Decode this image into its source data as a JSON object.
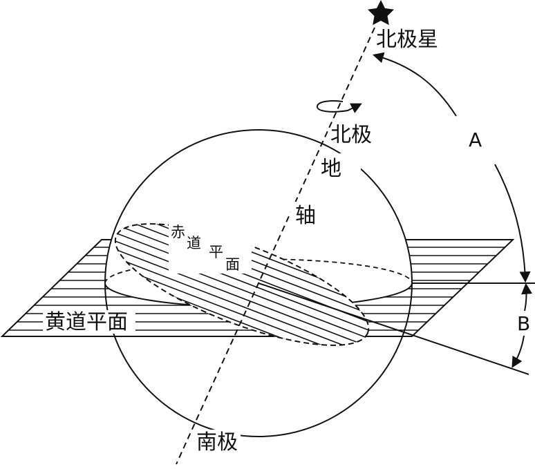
{
  "labels": {
    "polaris": "北极星",
    "north_pole": "北极",
    "axis_char_1": "地",
    "axis_char_2": "轴",
    "equator_plane_1": "赤",
    "equator_plane_2": "道",
    "equator_plane_3": "平",
    "equator_plane_4": "面",
    "ecliptic_plane": "黄道平面",
    "angle_a": "A",
    "angle_b": "B",
    "south_pole": "南极"
  },
  "colors": {
    "ink": "#111111",
    "background": "#ffffff"
  },
  "icons": {
    "star": "star-icon",
    "rotation": "rotation-arrow-icon"
  }
}
